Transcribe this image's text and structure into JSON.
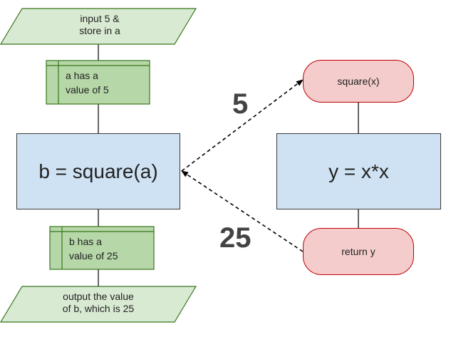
{
  "left_flow": {
    "input": {
      "line1": "input 5 &",
      "line2": "store in a"
    },
    "storage_a": {
      "line1": "a has a",
      "line2": "value of 5"
    },
    "process": "b = square(a)",
    "storage_b": {
      "line1": "b has a",
      "line2": "value of 25"
    },
    "output": {
      "line1": "output the value",
      "line2": "of b, which is 25"
    }
  },
  "right_flow": {
    "start": "square(x)",
    "process": "y = x*x",
    "end": "return y"
  },
  "arrows": {
    "call_label": "5",
    "return_label": "25"
  },
  "colors": {
    "io_fill": "#d9ead3",
    "io_stroke": "#38761d",
    "storage_fill": "#b6d7a8",
    "process_fill": "#cfe2f3",
    "terminal_fill": "#f4cccc",
    "terminal_stroke": "#c00000"
  }
}
